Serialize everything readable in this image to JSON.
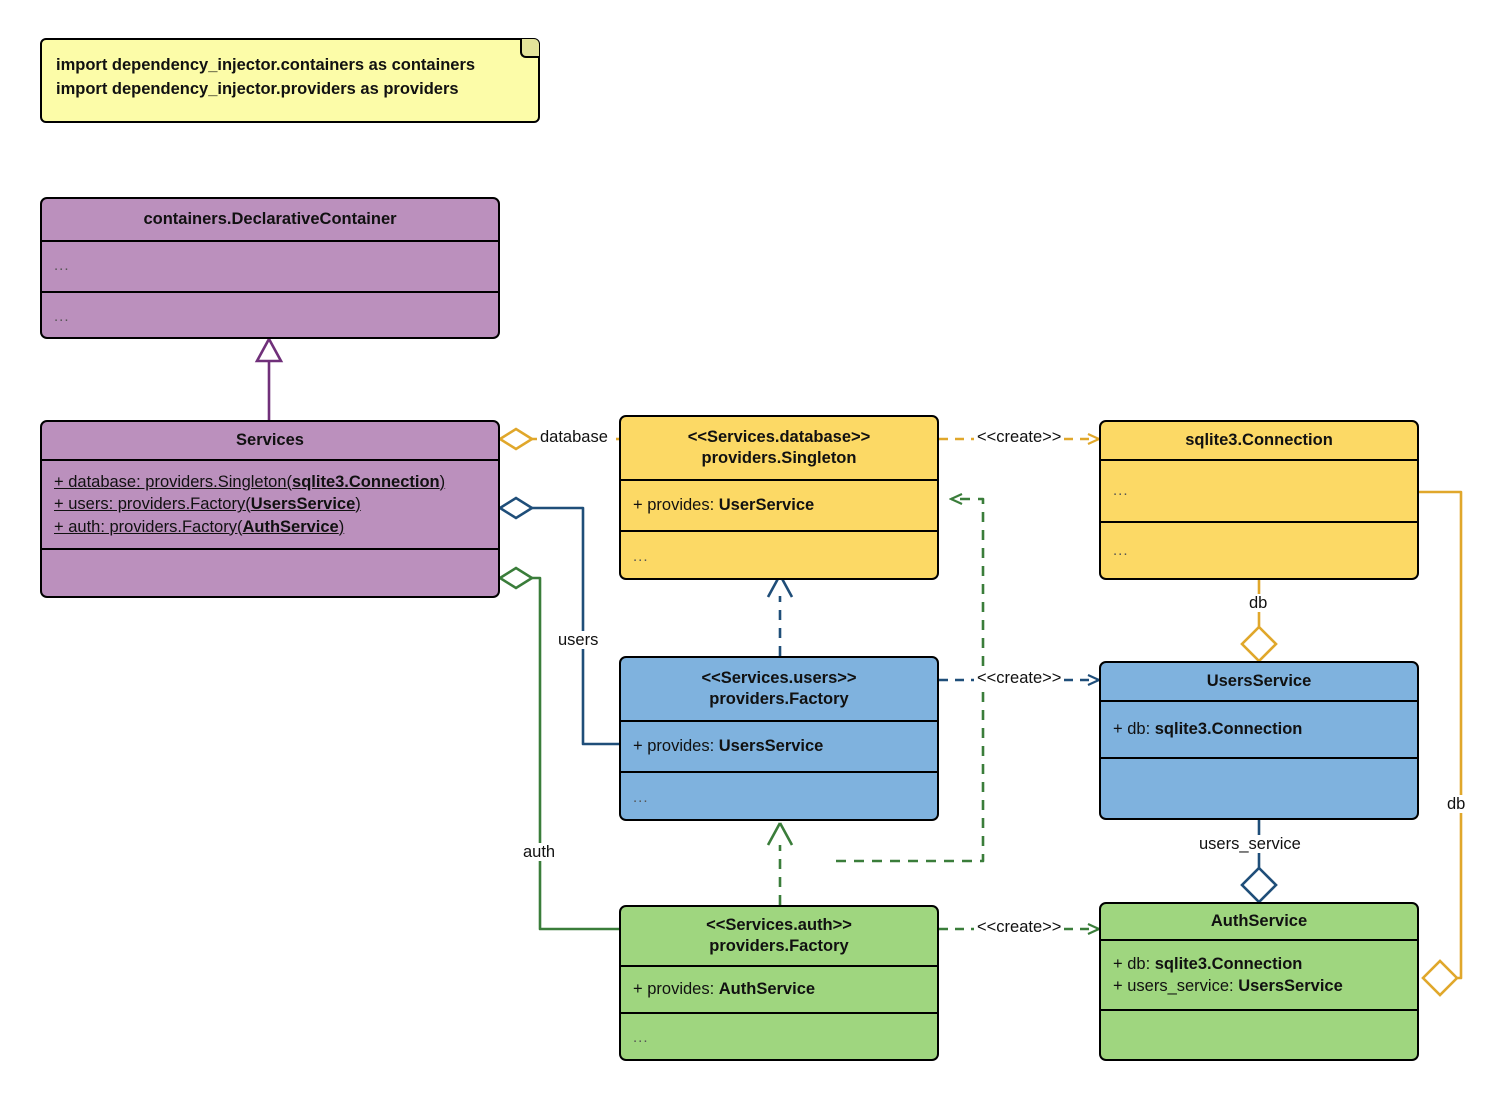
{
  "diagram": {
    "title": "Dependency Injector containers UML class diagram",
    "colors": {
      "purple": "#bb90bd",
      "yellow": "#fcd965",
      "blue": "#7fb2de",
      "green": "#9fd67f",
      "note": "#fcfca8",
      "outline": "#000000",
      "edge_purple": "#70307a",
      "edge_orange": "#e0a72b",
      "edge_blue": "#1f4e79",
      "edge_green": "#3a7d3a"
    }
  },
  "note": {
    "line1": "import dependency_injector.containers as containers",
    "line2": "import dependency_injector.providers as providers"
  },
  "classes": {
    "declarative_container": {
      "title": "containers.DeclarativeContainer",
      "compartment2": "...",
      "compartment3": "..."
    },
    "services": {
      "title": "Services",
      "attributes": [
        {
          "prefix": "+ database: providers.Singleton(",
          "bold": "sqlite3.Connection",
          "suffix": ")"
        },
        {
          "prefix": "+ users: providers.Factory(",
          "bold": "UsersService",
          "suffix": ")"
        },
        {
          "prefix": "+ auth: providers.Factory(",
          "bold": "AuthService",
          "suffix": ")"
        }
      ],
      "compartment3": ""
    },
    "services_database": {
      "title_line1": "<<Services.database>>",
      "title_line2": "providers.Singleton",
      "attribute": {
        "prefix": "+ provides: ",
        "bold": "UserService"
      },
      "compartment3": "..."
    },
    "sqlite3_connection": {
      "title": "sqlite3.Connection",
      "compartment2": "...",
      "compartment3": "..."
    },
    "services_users": {
      "title_line1": "<<Services.users>>",
      "title_line2": "providers.Factory",
      "attribute": {
        "prefix": "+ provides: ",
        "bold": "UsersService"
      },
      "compartment3": "..."
    },
    "users_service": {
      "title": "UsersService",
      "attributes": [
        {
          "prefix": "+ db: ",
          "bold": "sqlite3.Connection"
        }
      ],
      "compartment3": ""
    },
    "services_auth": {
      "title_line1": "<<Services.auth>>",
      "title_line2": "providers.Factory",
      "attribute": {
        "prefix": "+ provides: ",
        "bold": "AuthService"
      },
      "compartment3": "..."
    },
    "auth_service": {
      "title": "AuthService",
      "attributes": [
        {
          "prefix": "+ db: ",
          "bold": "sqlite3.Connection"
        },
        {
          "prefix": "+ users_service: ",
          "bold": "UsersService"
        }
      ],
      "compartment3": ""
    }
  },
  "edges": {
    "database_label": "database",
    "users_label": "users",
    "auth_label": "auth",
    "create_database_label": "<<create>>",
    "create_users_label": "<<create>>",
    "create_auth_label": "<<create>>",
    "db_users_label": "db",
    "db_auth_label": "db",
    "users_service_label": "users_service"
  }
}
